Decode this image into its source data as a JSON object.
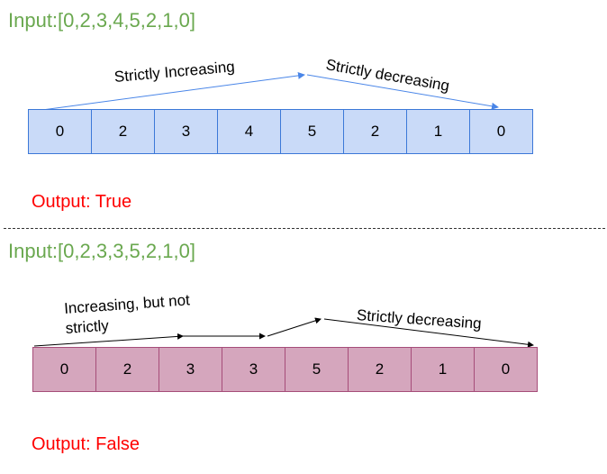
{
  "example1": {
    "input_label": "Input:[0,2,3,4,5,2,1,0]",
    "cells": [
      "0",
      "2",
      "3",
      "4",
      "5",
      "2",
      "1",
      "0"
    ],
    "increasing_label": "Strictly Increasing",
    "decreasing_label": "Strictly decreasing",
    "output_label": "Output: True"
  },
  "example2": {
    "input_label": "Input:[0,2,3,3,5,2,1,0]",
    "cells": [
      "0",
      "2",
      "3",
      "3",
      "5",
      "2",
      "1",
      "0"
    ],
    "increasing_label": "Increasing, but not strictly",
    "decreasing_label": "Strictly decreasing",
    "output_label": "Output: False"
  },
  "colors": {
    "input_text": "#6aa84f",
    "output_text": "#ff0000",
    "row1_fill": "#c9daf8",
    "row1_border": "#3c78d8",
    "row2_fill": "#d5a6bd",
    "row2_border": "#a64d79",
    "arrow1": "#4a86e8",
    "arrow2": "#000000"
  }
}
